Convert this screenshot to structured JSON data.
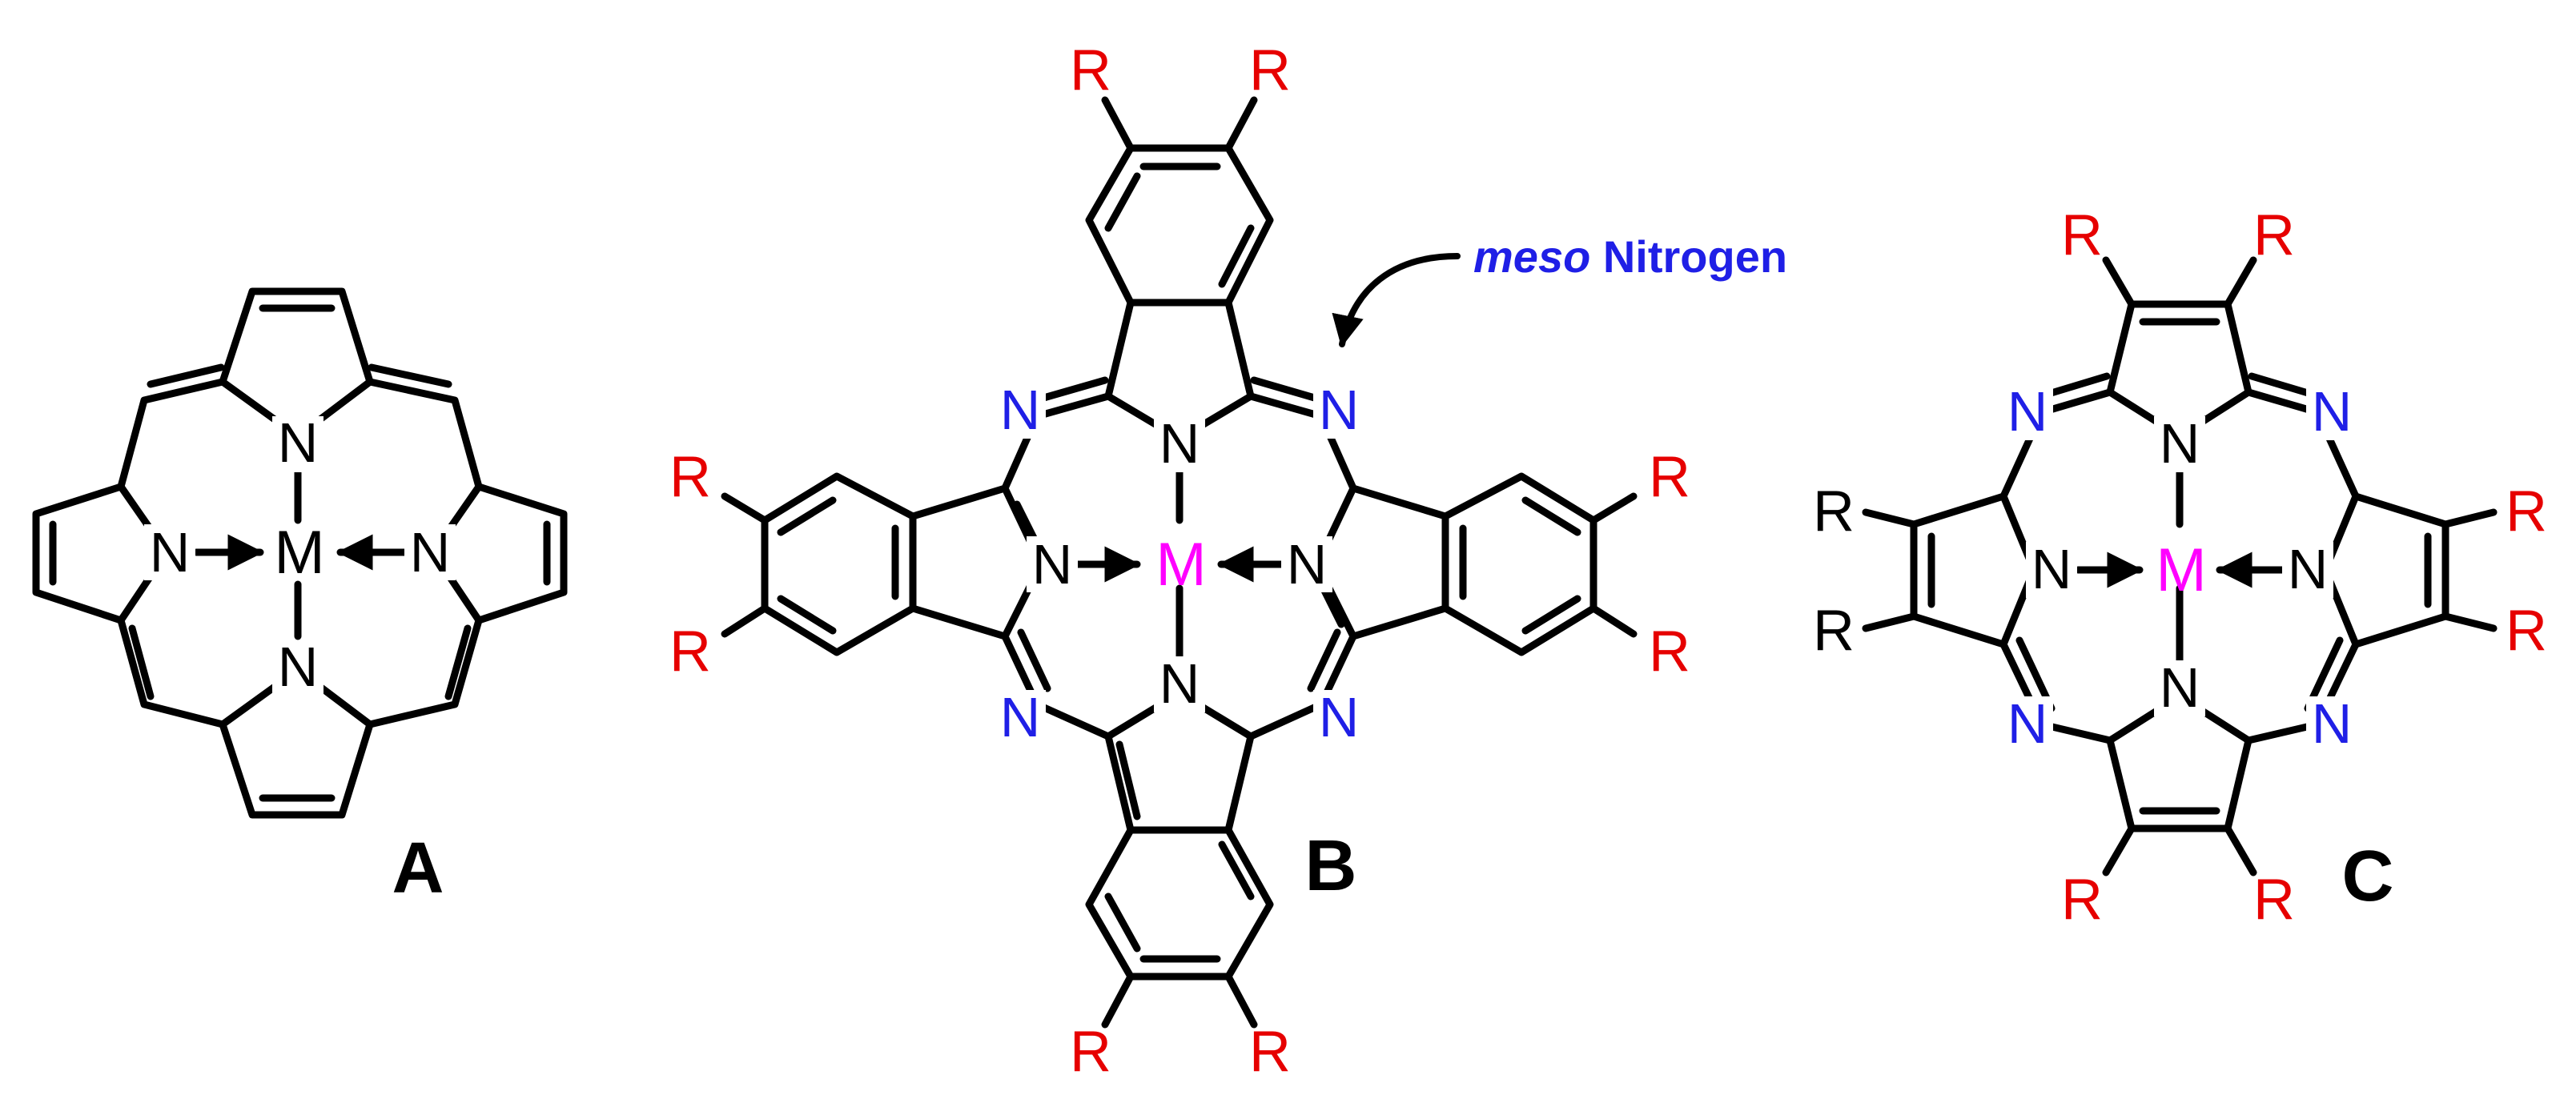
{
  "colors": {
    "bond": "#000000",
    "meso_nitrogen": "#1f1fe6",
    "metal_highlight": "#ff00ff",
    "substituent": "#e60000",
    "label": "#000000"
  },
  "structures": [
    {
      "label": "A",
      "metal": "M",
      "core_nitrogen": "N",
      "metal_color": "black"
    },
    {
      "label": "B",
      "metal": "M",
      "core_nitrogen": "N",
      "meso_nitrogen": "N",
      "substituent": "R",
      "metal_color": "magenta",
      "annotation": {
        "italic": "meso",
        "rest": "Nitrogen"
      }
    },
    {
      "label": "C",
      "metal": "M",
      "core_nitrogen": "N",
      "meso_nitrogen": "N",
      "substituent": "R",
      "metal_color": "magenta"
    }
  ]
}
